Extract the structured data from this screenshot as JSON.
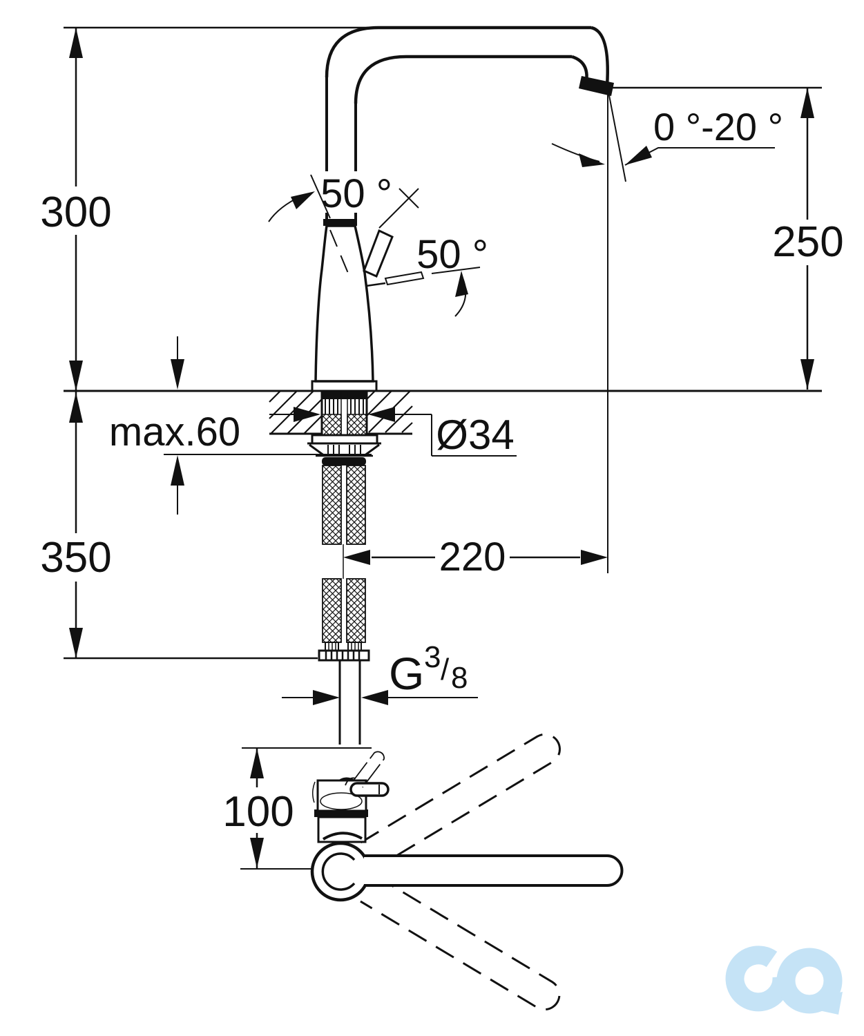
{
  "meta": {
    "description": "Single-lever kitchen mixer tap – installation dimension drawing, side view and plan view",
    "background": "#ffffff",
    "line_color": "#111111",
    "logo_color": "#c5e3f6"
  },
  "side_view": {
    "dim_overall_height": "300",
    "dim_outlet_height": "250",
    "spout_tilt_range": "0 °-20 °",
    "handle_open_angle": "50 °",
    "handle_travel_angle": "50 °",
    "counter_thickness": "max.60",
    "hole_diameter": "Ø34",
    "dim_hose_length": "350",
    "dim_reach": "220",
    "thread_label": {
      "g": "G",
      "numerator": "3",
      "slash": "/",
      "denominator": "8"
    }
  },
  "top_view": {
    "dim_body_offset": "100"
  }
}
